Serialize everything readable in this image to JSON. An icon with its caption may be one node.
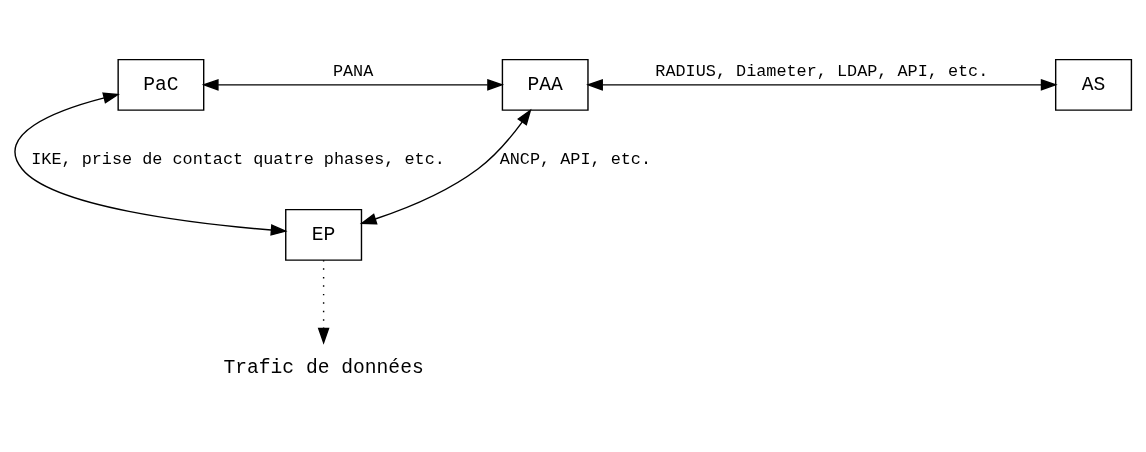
{
  "diagram": {
    "nodes": [
      {
        "text": [
          "PaC"
        ]
      },
      {
        "text": [
          "PAA"
        ]
      },
      {
        "text": [
          "AS"
        ]
      },
      {
        "text": [
          "EP"
        ]
      },
      {
        "text": [
          "Trafic de données"
        ]
      }
    ],
    "edges": [
      {
        "from": 0,
        "to": 1,
        "arrow": "both",
        "label": "PANA"
      },
      {
        "from": 1,
        "to": 2,
        "arrow": "both",
        "label": "RADIUS, Diameter, LDAP, API, etc."
      },
      {
        "from": 0,
        "to": 3,
        "arrow": "both",
        "label": "IKE, prise de contact quatre phases, etc."
      },
      {
        "from": 1,
        "to": 3,
        "arrow": "both",
        "label": "ANCP, API, etc."
      },
      {
        "from": 3,
        "to": 4,
        "arrow": "to",
        "style": "dashed"
      }
    ]
  }
}
